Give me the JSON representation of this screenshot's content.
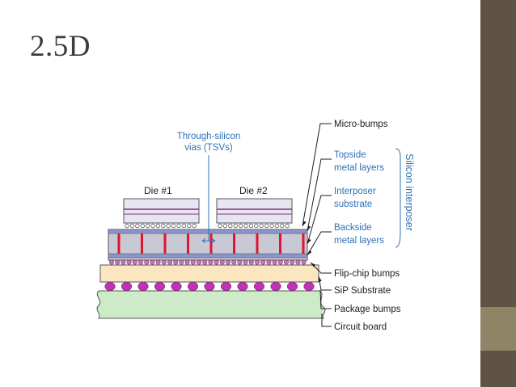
{
  "slide": {
    "title": "2.5D",
    "colors": {
      "side_bar": "#5f5343",
      "side_block": "#8e8567"
    }
  },
  "diagram": {
    "dies": [
      {
        "label": "Die #1"
      },
      {
        "label": "Die #2"
      }
    ],
    "tsv_label": [
      "Through-silicon",
      "vias (TSVs)"
    ],
    "interposer_bracket_label": "Silicon interposer",
    "layer_labels": [
      {
        "id": "micro-bumps",
        "lines": [
          "Micro-bumps"
        ],
        "color": "black"
      },
      {
        "id": "topside-metal",
        "lines": [
          "Topside",
          "metal layers"
        ],
        "color": "blue"
      },
      {
        "id": "interposer-substrate",
        "lines": [
          "Interposer",
          "substrate"
        ],
        "color": "blue"
      },
      {
        "id": "backside-metal",
        "lines": [
          "Backside",
          "metal layers"
        ],
        "color": "blue"
      },
      {
        "id": "flip-chip-bumps",
        "lines": [
          "Flip-chip bumps"
        ],
        "color": "black"
      },
      {
        "id": "sip-substrate",
        "lines": [
          "SiP Substrate"
        ],
        "color": "black"
      },
      {
        "id": "package-bumps",
        "lines": [
          "Package bumps"
        ],
        "color": "black"
      },
      {
        "id": "circuit-board",
        "lines": [
          "Circuit board"
        ],
        "color": "black"
      }
    ],
    "colors": {
      "die_fill": "#e6e6f2",
      "die_line": "#7e2f7e",
      "interposer_fill": "#c9c9d6",
      "metal_layer": "#8c95c9",
      "tsv": "#e0142c",
      "flip_chip_bump": "#d86dc8",
      "sip_substrate": "#fbe6c2",
      "package_bump": "#c430b8",
      "circuit_board": "#cdebc6",
      "label_blue": "#2f72b6"
    }
  }
}
